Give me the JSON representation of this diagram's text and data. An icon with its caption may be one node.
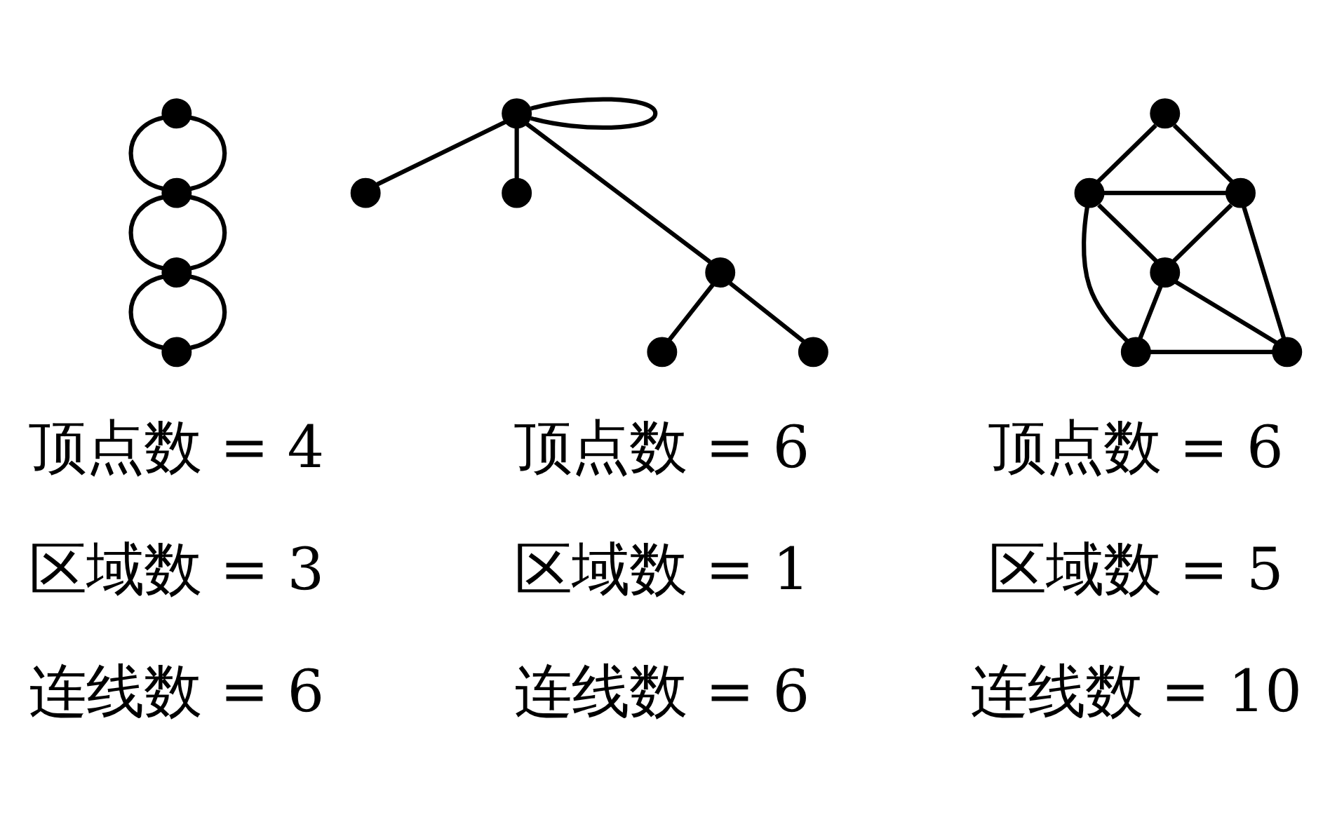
{
  "diagram": {
    "nodes": [
      {
        "text": [],
        "shape": "circle"
      },
      {
        "text": [],
        "shape": "circle"
      },
      {
        "text": [],
        "shape": "circle"
      },
      {
        "text": [],
        "shape": "circle"
      },
      {
        "text": [],
        "shape": "circle"
      },
      {
        "text": [],
        "shape": "circle"
      },
      {
        "text": [],
        "shape": "circle"
      },
      {
        "text": [],
        "shape": "circle"
      },
      {
        "text": [],
        "shape": "circle"
      },
      {
        "text": [],
        "shape": "circle"
      },
      {
        "text": [],
        "shape": "circle"
      },
      {
        "text": [],
        "shape": "circle"
      },
      {
        "text": [],
        "shape": "circle"
      },
      {
        "text": [],
        "shape": "circle"
      },
      {
        "text": [],
        "shape": "circle"
      },
      {
        "text": [],
        "shape": "circle"
      }
    ],
    "edges": [
      {
        "from": 0,
        "to": 1,
        "arrow": "none"
      },
      {
        "from": 0,
        "to": 1,
        "arrow": "none"
      },
      {
        "from": 1,
        "to": 2,
        "arrow": "none"
      },
      {
        "from": 1,
        "to": 2,
        "arrow": "none"
      },
      {
        "from": 2,
        "to": 3,
        "arrow": "none"
      },
      {
        "from": 2,
        "to": 3,
        "arrow": "none"
      },
      {
        "from": 4,
        "to": 4,
        "arrow": "none"
      },
      {
        "from": 4,
        "to": 5,
        "arrow": "none"
      },
      {
        "from": 4,
        "to": 6,
        "arrow": "none"
      },
      {
        "from": 4,
        "to": 7,
        "arrow": "none"
      },
      {
        "from": 7,
        "to": 8,
        "arrow": "none"
      },
      {
        "from": 7,
        "to": 9,
        "arrow": "none"
      },
      {
        "from": 10,
        "to": 11,
        "arrow": "none"
      },
      {
        "from": 10,
        "to": 12,
        "arrow": "none"
      },
      {
        "from": 11,
        "to": 12,
        "arrow": "none"
      },
      {
        "from": 11,
        "to": 13,
        "arrow": "none"
      },
      {
        "from": 12,
        "to": 13,
        "arrow": "none"
      },
      {
        "from": 11,
        "to": 14,
        "arrow": "none"
      },
      {
        "from": 12,
        "to": 15,
        "arrow": "none"
      },
      {
        "from": 13,
        "to": 14,
        "arrow": "none"
      },
      {
        "from": 13,
        "to": 15,
        "arrow": "none"
      },
      {
        "from": 14,
        "to": 15,
        "arrow": "none"
      }
    ],
    "labels": [
      "顶点数 = 4",
      "顶点数 = 6",
      "顶点数 = 6",
      "区域数 = 3",
      "区域数 = 1",
      "区域数 = 5",
      "连线数 = 6",
      "连线数 = 6",
      "连线数 = 10"
    ]
  }
}
